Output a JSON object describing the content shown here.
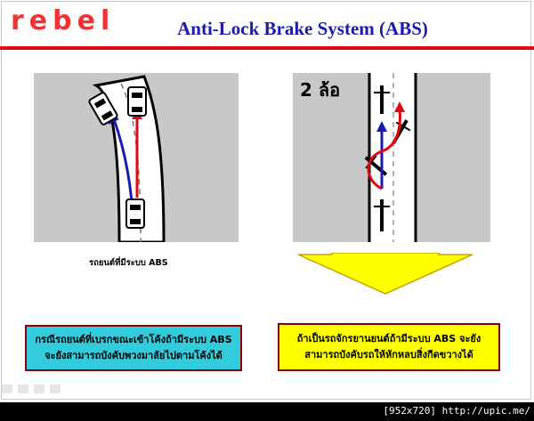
{
  "header": {
    "logo_text": "rebel",
    "title": "Anti-Lock Brake System (ABS)"
  },
  "left_panel": {
    "caption": "รถยนต์ที่มีระบบ ABS"
  },
  "right_panel": {
    "wheel_label": "2 ล้อ"
  },
  "left_box": {
    "line1": "กรณีรถยนต์ที่เบรกขณะเข้าโค้งถ้ามีระบบ ABS",
    "line2": "จะยังสามารถบังคับพวงมาลัยไปตามโค้งได้"
  },
  "right_box": {
    "line1": "ถ้าเป็นรถจักรยานยนต์ถ้ามีระบบ ABS จะยัง",
    "line2": "สามารถบังคับรถให้หักหลบสิ่งกีดขวางได้"
  },
  "footer": {
    "text": "[952x720] http://upic.me/"
  },
  "colors": {
    "title_blue": "#1a1ab0",
    "brand_red": "#e30613",
    "left_box_bg": "#33ccdd",
    "right_box_bg": "#ffff00",
    "down_arrow": "#ffff00"
  }
}
